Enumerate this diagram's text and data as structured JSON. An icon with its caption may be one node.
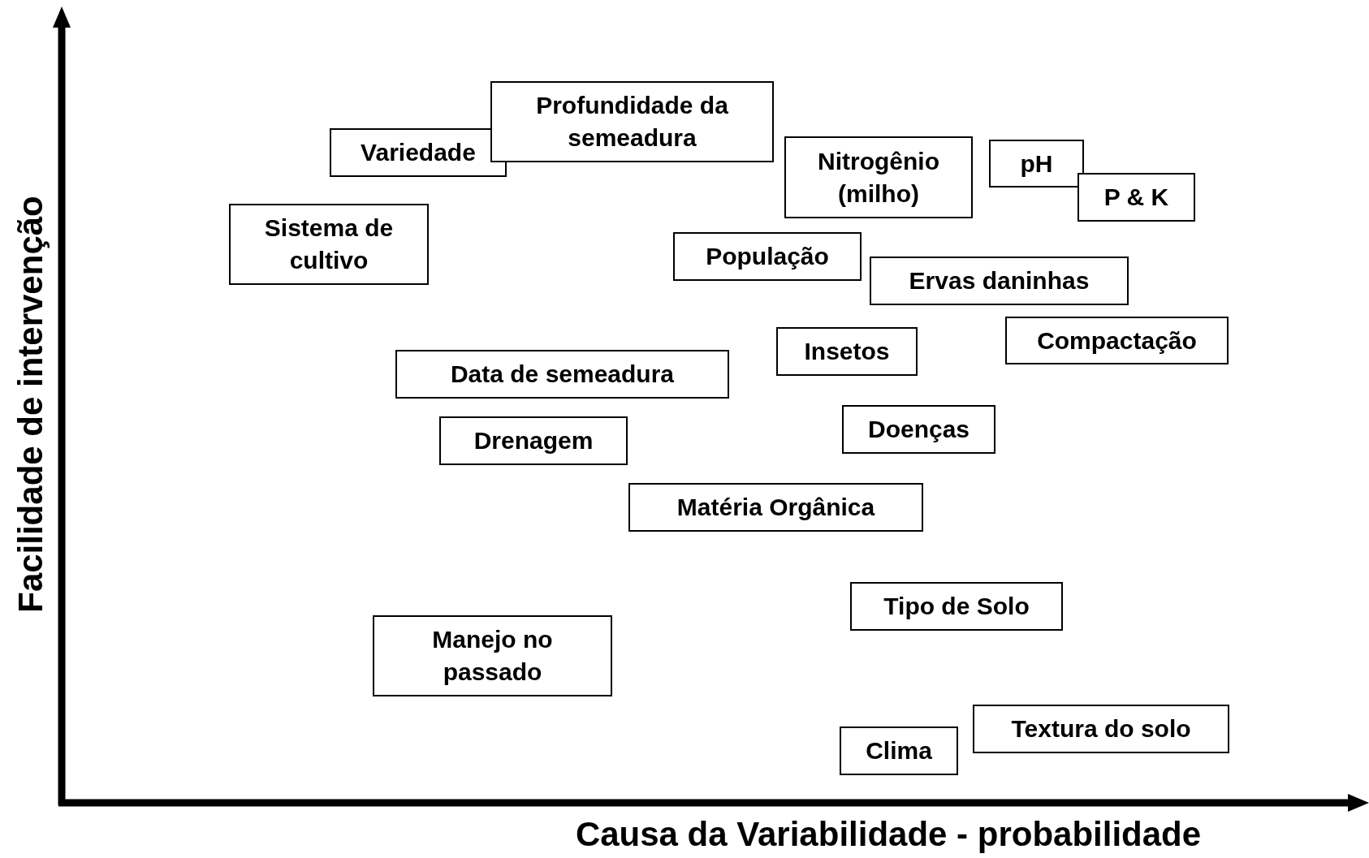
{
  "diagram": {
    "nodes": [
      {
        "text": [
          "Profundidade da semeadura"
        ]
      },
      {
        "text": [
          "Variedade"
        ]
      },
      {
        "text": [
          "Nitrogênio (milho)"
        ]
      },
      {
        "text": [
          "pH"
        ]
      },
      {
        "text": [
          "P & K"
        ]
      },
      {
        "text": [
          "Sistema de cultivo"
        ]
      },
      {
        "text": [
          "População"
        ]
      },
      {
        "text": [
          "Ervas daninhas"
        ]
      },
      {
        "text": [
          "Compactação"
        ]
      },
      {
        "text": [
          "Insetos"
        ]
      },
      {
        "text": [
          "Data de semeadura"
        ]
      },
      {
        "text": [
          "Doenças"
        ]
      },
      {
        "text": [
          "Drenagem"
        ]
      },
      {
        "text": [
          "Matéria Orgânica"
        ]
      },
      {
        "text": [
          "Tipo de Solo"
        ]
      },
      {
        "text": [
          "Manejo no passado"
        ]
      },
      {
        "text": [
          "Textura do solo"
        ]
      },
      {
        "text": [
          "Clima"
        ]
      }
    ],
    "edges": [],
    "labels": [
      "Facilidade de intervenção",
      "Causa da Variabilidade - probabilidade"
    ]
  }
}
